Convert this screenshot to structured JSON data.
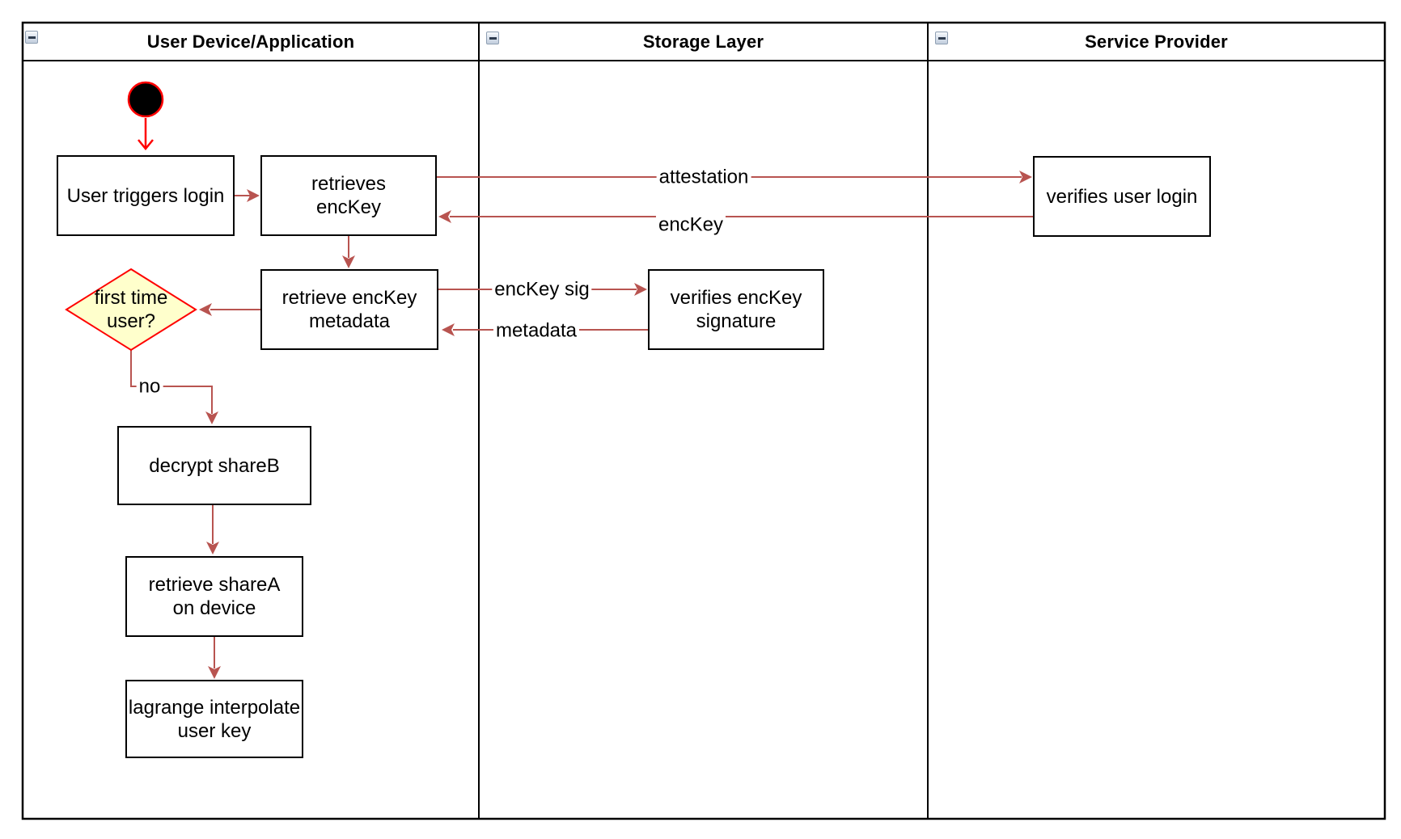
{
  "colors": {
    "edge-color": "#B85450",
    "accent-red": "#FF0000",
    "node-stroke": "#000000",
    "node-fill": "#FFFFFF",
    "decision-fill": "#FFFFCC",
    "start-fill": "#000000"
  },
  "lanes": [
    {
      "label": "User Device/Application"
    },
    {
      "label": "Storage Layer"
    },
    {
      "label": "Service Provider"
    }
  ],
  "nodes": {
    "user_triggers_login": {
      "label": "User triggers login"
    },
    "retrieves_enckey": {
      "label": "retrieves\nencKey"
    },
    "verifies_user_login": {
      "label": "verifies user login"
    },
    "retrieve_enckey_metadata": {
      "label": "retrieve encKey\nmetadata"
    },
    "verifies_enckey_signature": {
      "label": "verifies encKey\nsignature"
    },
    "first_time_user": {
      "label": "first time\nuser?"
    },
    "decrypt_shareb": {
      "label": "decrypt shareB"
    },
    "retrieve_sharea": {
      "label": "retrieve shareA\non device"
    },
    "lagrange_interpolate": {
      "label": "lagrange interpolate\nuser key"
    }
  },
  "edge_labels": {
    "attestation": "attestation",
    "enckey": "encKey",
    "enckey_sig": "encKey sig",
    "metadata": "metadata",
    "no": "no"
  }
}
